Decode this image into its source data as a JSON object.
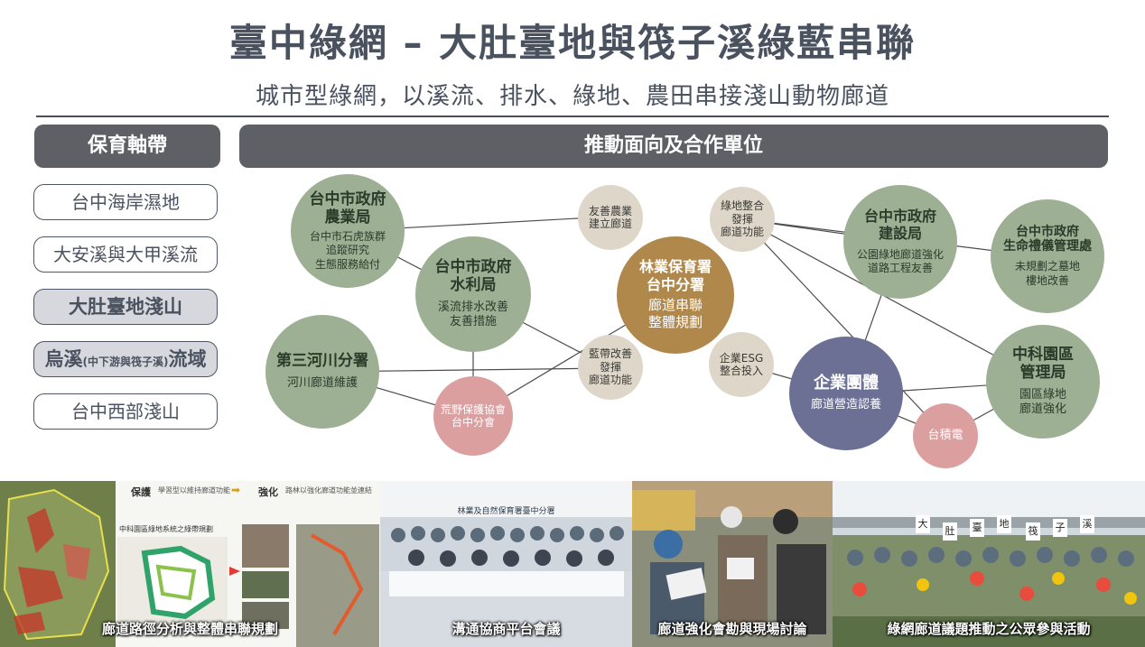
{
  "header": {
    "title": "臺中綠網 – 大肚臺地與筏子溪綠藍串聯",
    "subtitle": "城市型綠網，以溪流、排水、綠地、農田串接淺山動物廊道"
  },
  "left_panel": {
    "heading": "保育軸帶",
    "items": [
      {
        "label": "台中海岸濕地",
        "highlight": false
      },
      {
        "label": "大安溪與大甲溪流",
        "highlight": false
      },
      {
        "label": "大肚臺地淺山",
        "highlight": true
      },
      {
        "label_main": "烏溪",
        "label_small": "(中下游與筏子溪)",
        "label_tail": "流域",
        "highlight": true
      },
      {
        "label": "台中西部淺山",
        "highlight": false
      }
    ]
  },
  "right_panel": {
    "heading": "推動面向及合作單位"
  },
  "nodes": {
    "agri": {
      "title": "台中市政府\n農業局",
      "sub": "台中市石虎族群\n追蹤研究\n生態服務給付"
    },
    "water": {
      "title": "台中市政府\n水利局",
      "sub": "溪流排水改善\n友善措施"
    },
    "river3": {
      "title": "第三河川分署",
      "sub": "河川廊道維護"
    },
    "wild": {
      "title": "荒野保護協會\n台中分會"
    },
    "farm": {
      "title": "友善農業\n建立廊道"
    },
    "forest": {
      "title": "林業保育署\n台中分署",
      "sub": "廊道串聯\n整體規劃"
    },
    "bluegreen": {
      "title": "藍帶改善\n發揮\n廊道功能"
    },
    "greenint": {
      "title": "綠地整合\n發揮\n廊道功能"
    },
    "esg": {
      "title": "企業ESG\n整合投入"
    },
    "construct": {
      "title": "台中市政府\n建設局",
      "sub": "公園綠地廊道強化\n道路工程友善"
    },
    "funeral": {
      "title": "台中市政府\n生命禮儀管理處",
      "sub": "未規劃之墓地\n樓地改善"
    },
    "corp": {
      "title": "企業團體",
      "sub": "廊道營造認養"
    },
    "park": {
      "title": "中科園區\n管理局",
      "sub": "園區綠地\n廊道強化"
    },
    "tsmc": {
      "title": "台積電"
    }
  },
  "photos": [
    {
      "caption": "廊道路徑分析與整體串聯規劃",
      "labels": {
        "conserve": "保護",
        "conserve_note": "學習型以維持廊道功能",
        "strengthen": "強化",
        "strengthen_note": "路林以強化廊道功能並連結",
        "plan_title": "中科園區綠地系統之綠帶規劃"
      }
    },
    {
      "caption": "溝通協商平台會議",
      "banner": "林業及自然保育署臺中分署"
    },
    {
      "caption": "廊道強化會勘與現場討論"
    },
    {
      "caption": "綠網廊道議題推動之公眾參與活動",
      "signs": [
        "大",
        "肚",
        "臺",
        "地",
        "筏",
        "子",
        "溪"
      ]
    }
  ],
  "colors": {
    "green_node": "#9db094",
    "beige_node": "#ddd6c9",
    "brown_node": "#b1884b",
    "navy_node": "#6b7094",
    "pink_node": "#db9fa0",
    "header_bar": "#5e6066"
  }
}
